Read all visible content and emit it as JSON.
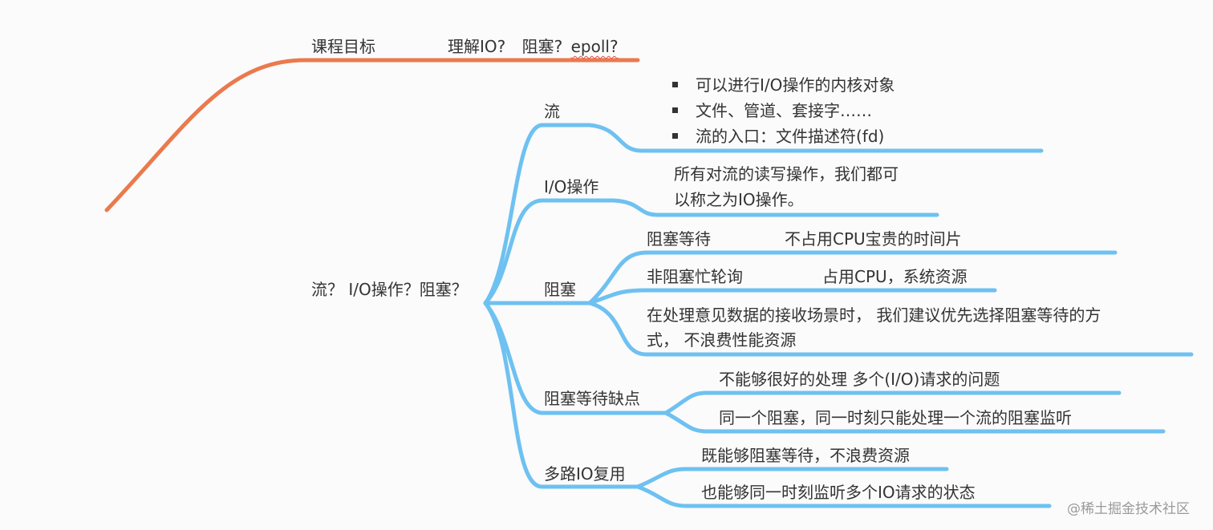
{
  "colors": {
    "orange_branch": "#ea7a4d",
    "blue_branch": "#6ec1f1",
    "text": "#333333",
    "background": "#fbfbfb",
    "watermark": "#9a9a9a"
  },
  "root_top": {
    "label": "课程目标",
    "detail_a": "理解IO?",
    "detail_b": "阻塞?",
    "detail_c": "epoll?"
  },
  "root_main": {
    "label": "流？ I/O操作？阻塞？"
  },
  "branches": {
    "stream": {
      "label": "流",
      "bullets": [
        "可以进行I/O操作的内核对象",
        "文件、管道、套接字……",
        "流的入口：文件描述符(fd)"
      ]
    },
    "io_op": {
      "label": "I/O操作",
      "detail_line1": "所有对流的读写操作，我们都可",
      "detail_line2": "以称之为IO操作。"
    },
    "blocking": {
      "label": "阻塞",
      "item1_label": "阻塞等待",
      "item1_detail": "不占用CPU宝贵的时间片",
      "item2_label": "非阻塞忙轮询",
      "item2_detail": "占用CPU，系统资源",
      "item3_line1": "在处理意见数据的接收场景时， 我们建议优先选择阻塞等待的方",
      "item3_line2": "式， 不浪费性能资源"
    },
    "drawbacks": {
      "label": "阻塞等待缺点",
      "item1": "不能够很好的处理 多个(I/O)请求的问题",
      "item2": "同一个阻塞，同一时刻只能处理一个流的阻塞监听"
    },
    "multiplex": {
      "label": "多路IO复用",
      "item1": "既能够阻塞等待，不浪费资源",
      "item2": "也能够同一时刻监听多个IO请求的状态"
    }
  },
  "watermark": "@稀土掘金技术社区"
}
